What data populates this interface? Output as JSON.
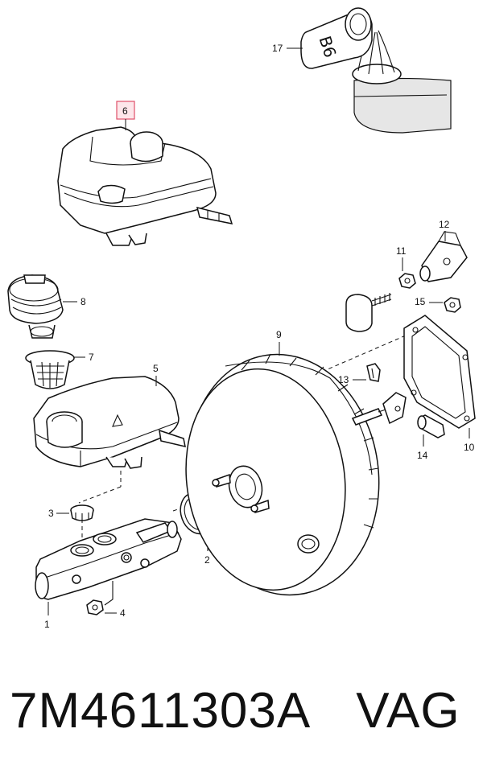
{
  "callouts": {
    "c1": "1",
    "c2": "2",
    "c3": "3",
    "c4": "4",
    "c5": "5",
    "c6": "6",
    "c7": "7",
    "c8": "8",
    "c9": "9",
    "c10": "10",
    "c11": "11",
    "c12": "12",
    "c13": "13",
    "c14": "14",
    "c15": "15",
    "c17": "17"
  },
  "cap_marking": "B6",
  "caption": {
    "part_number": "7M4611303A",
    "brand": "VAG"
  },
  "colors": {
    "line": "#111111",
    "highlight_fill": "#fde6ea",
    "highlight_stroke": "#e0506a"
  }
}
